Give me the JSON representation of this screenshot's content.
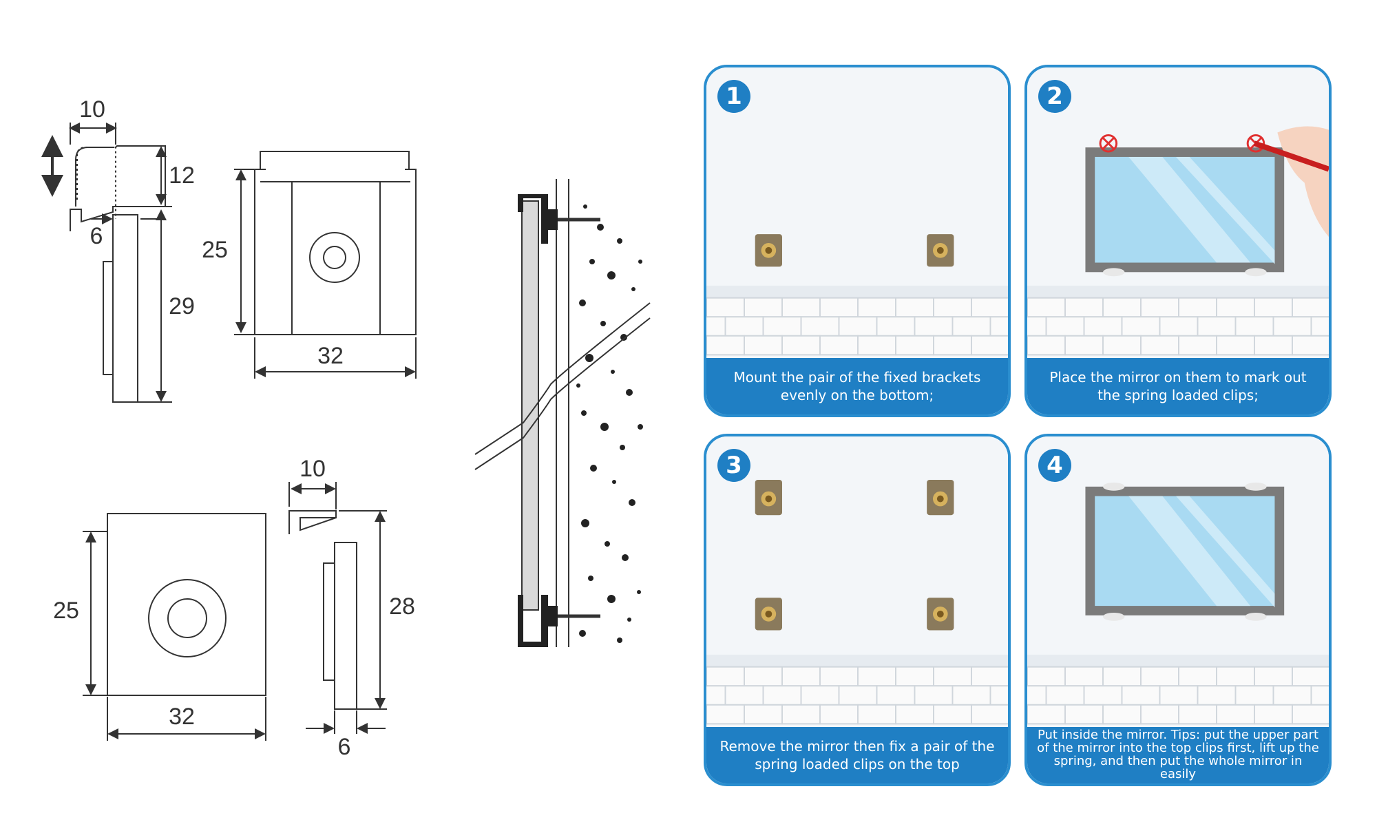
{
  "drawings": {
    "top_clip_side": {
      "width": "10",
      "height": "12",
      "lip": "6",
      "total": "29"
    },
    "top_clip_front": {
      "height": "25",
      "width": "32"
    },
    "bottom_clip_front": {
      "height": "25",
      "width": "32"
    },
    "bottom_clip_side": {
      "width": "10",
      "height": "28",
      "depth": "6"
    }
  },
  "steps": [
    {
      "number": "1",
      "caption": "Mount the pair of the fixed brackets evenly on the bottom;"
    },
    {
      "number": "2",
      "caption": "Place the mirror on them to mark out the spring loaded clips;"
    },
    {
      "number": "3",
      "caption": "Remove the mirror then fix a pair of the spring loaded clips on the top"
    },
    {
      "number": "4",
      "caption": "Put inside the mirror. Tips: put the upper part of the mirror into the top clips first, lift up the spring, and then put the whole mirror in easily"
    }
  ],
  "colors": {
    "accent": "#1f7fc4",
    "border": "#2a8ecf",
    "glass": "#a9daf2",
    "frame": "#7b7b7b"
  }
}
